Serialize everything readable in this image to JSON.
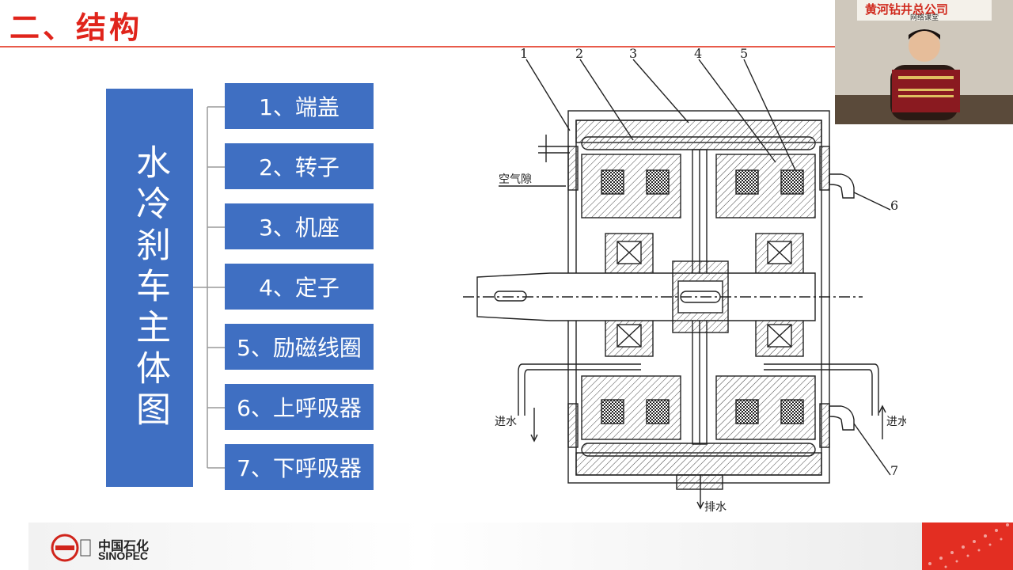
{
  "slide": {
    "title": "二、结构",
    "vertical_label": "水冷刹车主体图",
    "items": [
      "1、端盖",
      "2、转子",
      "3、机座",
      "4、定子",
      "5、励磁线圈",
      "6、上呼吸器",
      "7、下呼吸器"
    ]
  },
  "diagram": {
    "top_numbers": [
      "1",
      "2",
      "3",
      "4",
      "5"
    ],
    "side_numbers": [
      "6",
      "7"
    ],
    "air_gap_label": "空气隙",
    "water_in_left": "进水",
    "water_in_right": "进水",
    "drain_label": "排水"
  },
  "webcam": {
    "banner": "黄河钻井总公司",
    "subtitle": "网络课堂"
  },
  "footer": {
    "logo_cn": "中国石化",
    "logo_en": "SINOPEC"
  },
  "colors": {
    "accent_red": "#e0241b",
    "box_blue": "#3f6fc2"
  }
}
